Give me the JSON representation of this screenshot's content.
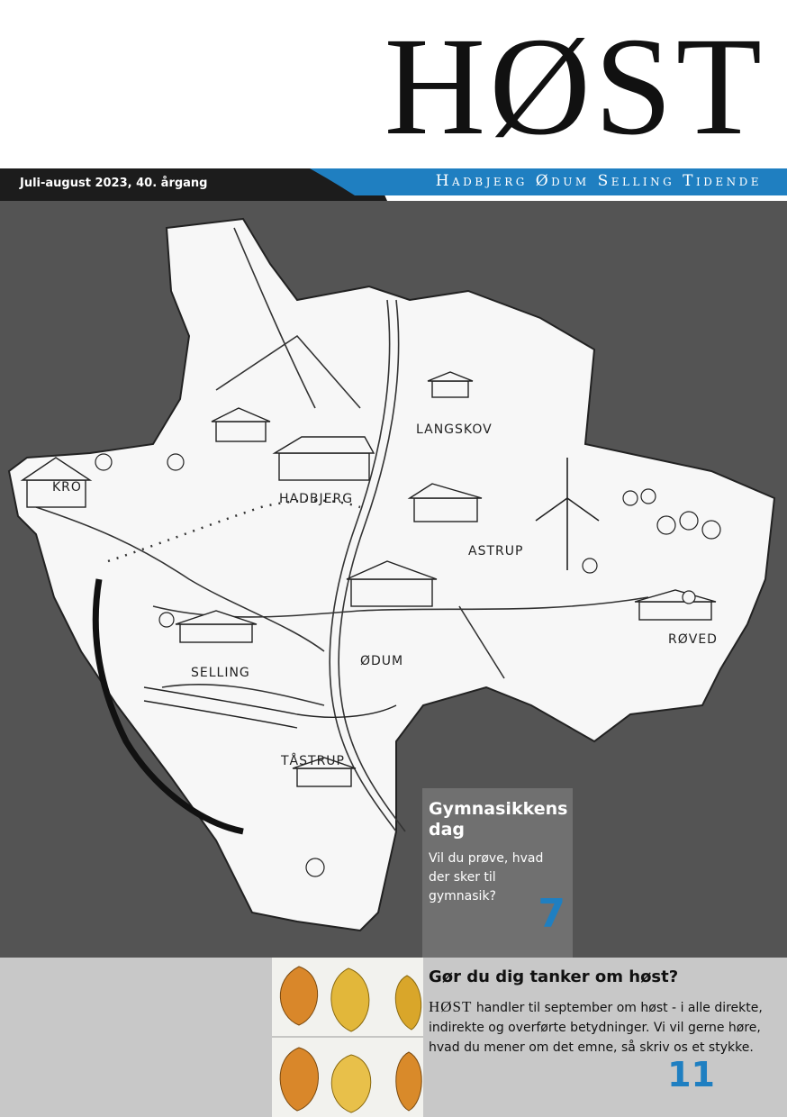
{
  "masthead": {
    "title": "HØST",
    "issue": "Juli-august 2023, 40. årgang",
    "subtitle": "Hadbjerg Ødum Selling Tidende"
  },
  "map": {
    "labels": [
      "KRO",
      "HADBJERG",
      "LANGSKOV",
      "ASTRUP",
      "SELLING",
      "ØDUM",
      "RØVED",
      "TÅSTRUP"
    ]
  },
  "teaser_gymnasium": {
    "title": "Gymnasikkens dag",
    "body": "Vil du prøve, hvad der sker til gymnasik?",
    "page": "7"
  },
  "teaser_hoest": {
    "title": "Gør du dig tanker om høst?",
    "brand": "HØST",
    "body": " handler til september om høst - i alle direkte, indirekte og overførte betydninger. Vi vil gerne høre, hvad du mener om det emne, så skriv os et stykke.",
    "page": "11"
  },
  "colors": {
    "accent_blue": "#1f7fc1",
    "dark_band": "#1c1c1c",
    "map_background": "#545454",
    "teaser_box": "#707070",
    "bottom_band": "#c8c8c8",
    "leaf_yellow": "#e2b73a",
    "leaf_orange": "#d9872a"
  }
}
